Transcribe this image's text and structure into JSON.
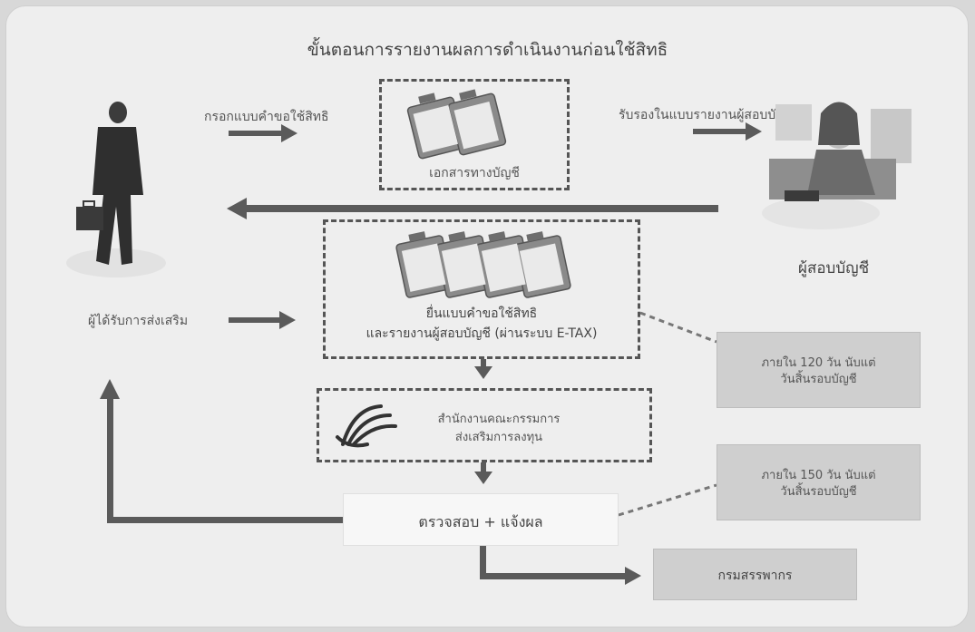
{
  "diagram": {
    "title": "ขั้นตอนการรายงานผลการดำเนินงานก่อนใช้สิทธิ",
    "label_fill_form": "กรอกแบบคำขอใช้สิทธิ",
    "label_certify": "รับรองในแบบรายงานผู้สอบบัญชี",
    "accounting_docs": "เอกสารทางบัญชี",
    "auditor": "ผู้สอบบัญชี",
    "promoted_person": "ผู้ได้รับการส่งเสริม",
    "submit_line1": "ยื่นแบบคำขอใช้สิทธิ",
    "submit_line2": "และรายงานผู้สอบบัญชี (ผ่านระบบ E-TAX)",
    "deadline1_line1": "ภายใน 120 วัน นับแต่",
    "deadline1_line2": "วันสิ้นรอบบัญชี",
    "boi_line1": "สำนักงานคณะกรรมการ",
    "boi_line2": "ส่งเสริมการลงทุน",
    "deadline2_line1": "ภายใน 150 วัน นับแต่",
    "deadline2_line2": "วันสิ้นรอบบัญชี",
    "check_notify": "ตรวจสอบ + แจ้งผล",
    "revenue_dept": "กรมสรรพากร"
  }
}
